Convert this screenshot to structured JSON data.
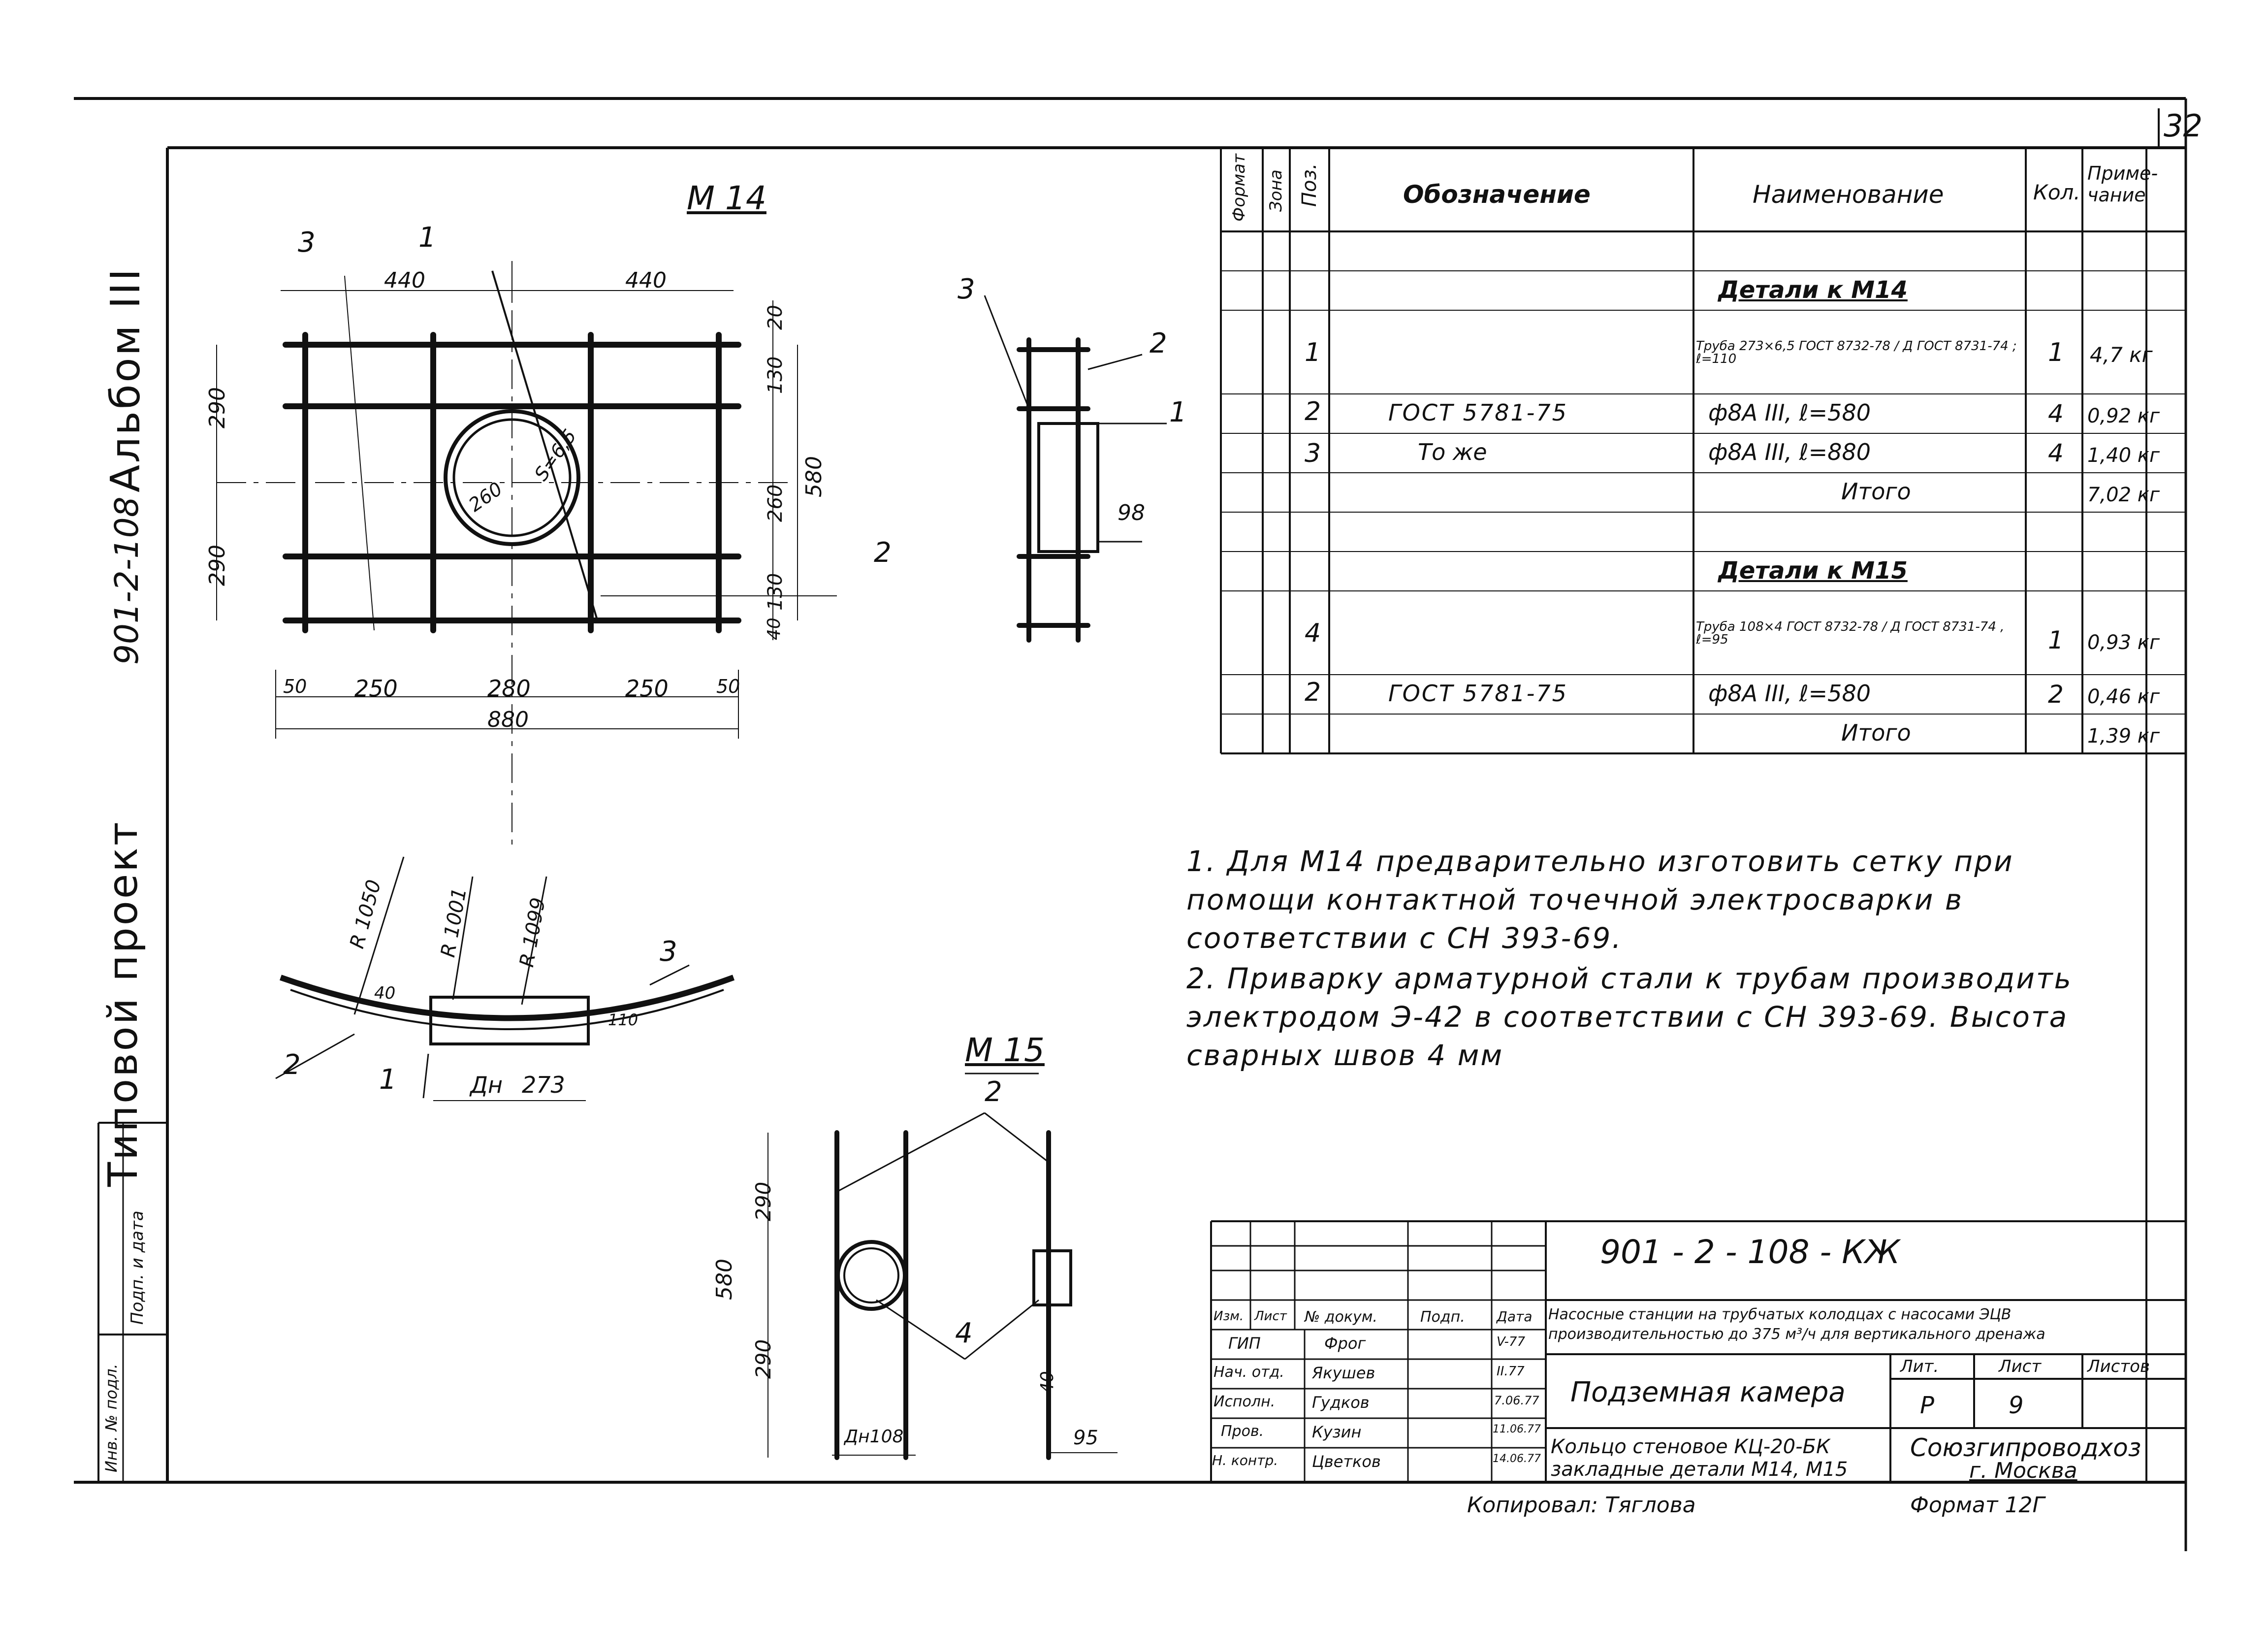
{
  "sheet_number": "32",
  "side_labels": {
    "project": "Типовой проект",
    "code": "901-2-108",
    "album": "Альбом III",
    "inv_no": "Инв. № подл.",
    "sign_date": "Подп. и дата"
  },
  "m14": {
    "title": "М 14",
    "labels": {
      "pos1": "1",
      "pos2": "2",
      "pos3": "3"
    },
    "dims": {
      "top_left": "440",
      "top_right": "440",
      "right_20": "20",
      "right_130_top": "130",
      "right_260": "260",
      "right_130_bot": "130",
      "right_40": "40",
      "right_580": "580",
      "left_290_top": "290",
      "left_290_bot": "290",
      "pipe_d": "260",
      "pipe_s": "S=6,5",
      "bot_50l": "50",
      "bot_250l": "250",
      "bot_280": "280",
      "bot_250r": "250",
      "bot_50r": "50",
      "bot_880": "880"
    },
    "side_view": {
      "pos3": "3",
      "pos2": "2",
      "pos1": "1",
      "dim98": "98"
    },
    "arc_view": {
      "r1050": "R 1050",
      "r1001": "R 1001",
      "r1099": "R 1099",
      "pos3": "3",
      "pos2": "2",
      "pos1": "1",
      "d40": "40",
      "d110": "110",
      "dn": "Дн",
      "d273": "273"
    }
  },
  "m15": {
    "title": "М 15",
    "labels": {
      "pos2": "2",
      "pos4": "4"
    },
    "dims": {
      "d290_top": "290",
      "d290_bot": "290",
      "d580": "580",
      "d40": "40",
      "dn": "Дн108",
      "d95": "95"
    }
  },
  "spec_table": {
    "headers": {
      "format": "Формат",
      "zone": "Зона",
      "pos": "Поз.",
      "designation": "Обозначение",
      "name": "Наименование",
      "qty": "Кол.",
      "note": "Приме-чание"
    },
    "rows": [
      {
        "pos": "",
        "designation": "",
        "name": "Детали к М14",
        "qty": "",
        "note": "",
        "section": true
      },
      {
        "pos": "1",
        "designation": "",
        "name": "Труба 273×6,5 ГОСТ 8732-78 / Д ГОСТ 8731-74 ; ℓ=110",
        "qty": "1",
        "note": "4,7 кг"
      },
      {
        "pos": "2",
        "designation": "ГОСТ 5781-75",
        "name": "ф8А III, ℓ=580",
        "qty": "4",
        "note": "0,92 кг"
      },
      {
        "pos": "3",
        "designation": "То же",
        "name": "ф8А III, ℓ=880",
        "qty": "4",
        "note": "1,40 кг"
      },
      {
        "pos": "",
        "designation": "",
        "name": "Итого",
        "qty": "",
        "note": "7,02 кг"
      },
      {
        "pos": "",
        "designation": "",
        "name": "",
        "qty": "",
        "note": ""
      },
      {
        "pos": "",
        "designation": "",
        "name": "Детали к М15",
        "qty": "",
        "note": "",
        "section": true
      },
      {
        "pos": "4",
        "designation": "",
        "name": "Труба 108×4 ГОСТ 8732-78 / Д ГОСТ 8731-74 , ℓ=95",
        "qty": "1",
        "note": "0,93 кг"
      },
      {
        "pos": "2",
        "designation": "ГОСТ 5781-75",
        "name": "ф8А III, ℓ=580",
        "qty": "2",
        "note": "0,46 кг"
      },
      {
        "pos": "",
        "designation": "",
        "name": "Итого",
        "qty": "",
        "note": "1,39 кг"
      }
    ]
  },
  "notes": [
    "1. Для М14 предварительно изготовить сетку при помощи контактной точечной электросварки в соответствии с СН 393-69.",
    "2. Приварку арматурной стали к трубам производить электродом Э-42 в соответствии с СН 393-69. Высота сварных швов 4 мм"
  ],
  "title_block": {
    "code": "901 - 2 - 108        - КЖ",
    "project_name": "Насосные станции на трубчатых колодцах с насосами ЭЦВ производительностью до 375 м³/ч для вертикального дренажа",
    "sheet_title": "Подземная камера",
    "drawing_title": "Кольцо стеновое КЦ-20-БК закладные детали М14, М15",
    "org": "Союзгипроводхоз",
    "city": "г. Москва",
    "stage_label": "Лит.",
    "sheet_label": "Лист",
    "sheets_label": "Листов",
    "stage": "Р",
    "sheet": "9",
    "sheets": "",
    "col_headers": {
      "izm": "Изм.",
      "list": "Лист",
      "doc": "№ докум.",
      "sign": "Подп.",
      "date": "Дата"
    },
    "people": [
      {
        "role": "ГИП",
        "name": "Фрог",
        "date": "V-77"
      },
      {
        "role": "Нач. отд.",
        "name": "Якушев",
        "date": "II.77"
      },
      {
        "role": "Исполн.",
        "name": "Гудков",
        "date": "7.06.77"
      },
      {
        "role": "Пров.",
        "name": "Кузин",
        "date": "11.06.77"
      },
      {
        "role": "Н. контр.",
        "name": "Цветков",
        "date": "14.06.77"
      }
    ],
    "copied": "Копировал: Тяглова",
    "format": "Формат 12Г"
  }
}
